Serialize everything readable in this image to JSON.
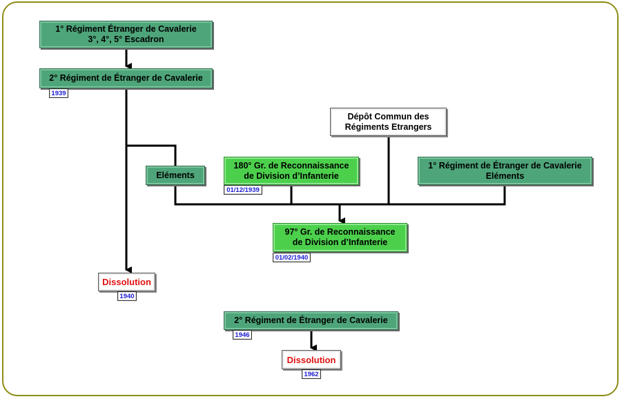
{
  "nodes": {
    "rec1_3e5": {
      "line1": "1° Régiment Étranger de Cavalerie",
      "line2": "3°, 4°, 5° Escadron"
    },
    "rec2": {
      "label": "2° Régiment de Étranger de Cavalerie",
      "date": "1939"
    },
    "depot": {
      "line1": "Dépôt Commun des",
      "line2": "Régiments Etrangers"
    },
    "elements": {
      "label": "Eléments"
    },
    "gr180": {
      "line1": "180° Gr. de Reconnaissance",
      "line2": "de Division d’Infanterie",
      "date": "01/12/1939"
    },
    "rec1_elements": {
      "line1": "1° Régiment de Étranger de Cavalerie",
      "line2": "Eléments"
    },
    "gr97": {
      "line1": "97° Gr. de Reconnaissance",
      "line2": "de Division d’Infanterie",
      "date": "01/02/1940"
    },
    "dissolution1": {
      "label": "Dissolution",
      "date": "1940"
    },
    "rec2_1946": {
      "label": "2° Régiment de Étranger de Cavalerie",
      "date": "1946"
    },
    "dissolution2": {
      "label": "Dissolution",
      "date": "1962"
    }
  },
  "colors": {
    "dark_green": "#4ea57a",
    "light_green": "#4cd04c",
    "frame": "#8c8c14",
    "dissolution_text": "#e01010",
    "date_text": "#1a1ad0"
  }
}
